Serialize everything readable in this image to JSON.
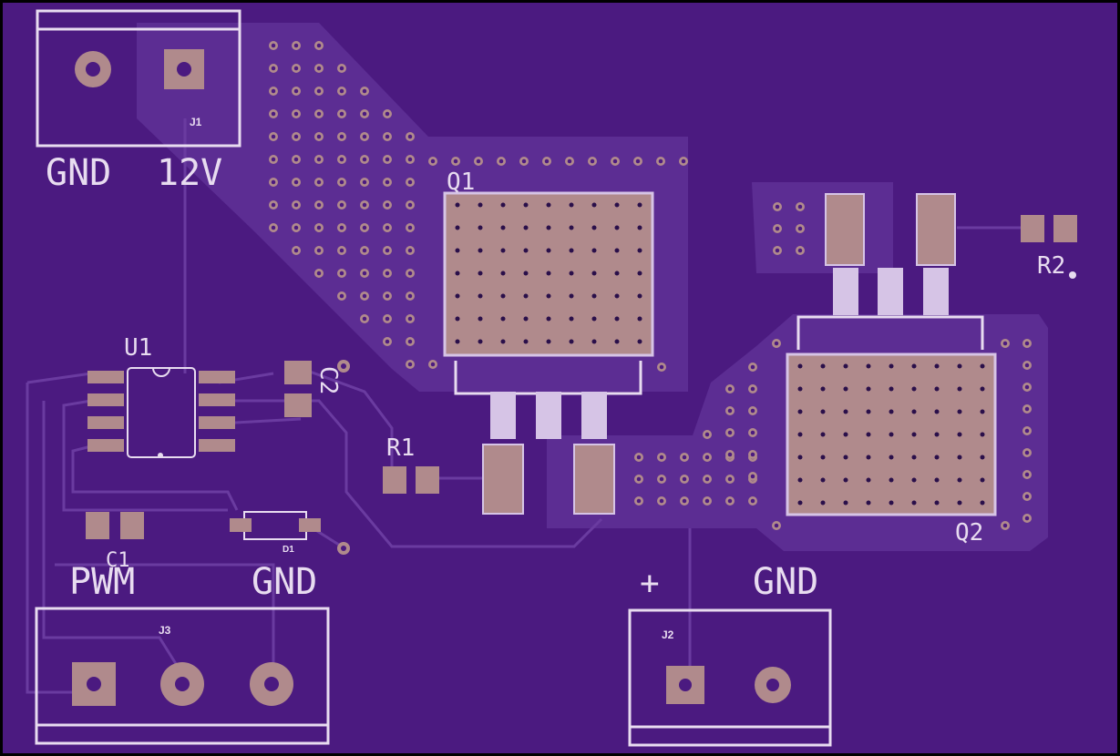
{
  "colors": {
    "board": "#4b1a80",
    "pour": "#5c2d93",
    "trace": "#6a3ba0",
    "silk": "#e8dcf0",
    "copper": "#b08a8c",
    "via": "#c4a0a0",
    "tab": "#d6c4e6"
  },
  "connectors": {
    "j1": {
      "ref": "J1",
      "pin1": "GND",
      "pin2": "12V"
    },
    "j2": {
      "ref": "J2",
      "pin1": "+",
      "pin2": "GND"
    },
    "j3": {
      "ref": "J3",
      "pin1": "PWM",
      "pin2": "GND"
    }
  },
  "components": {
    "q1": "Q1",
    "q2": "Q2",
    "u1": "U1",
    "r1": "R1",
    "r2": "R2",
    "c1": "C1",
    "c2": "C2",
    "d1": "D1"
  }
}
